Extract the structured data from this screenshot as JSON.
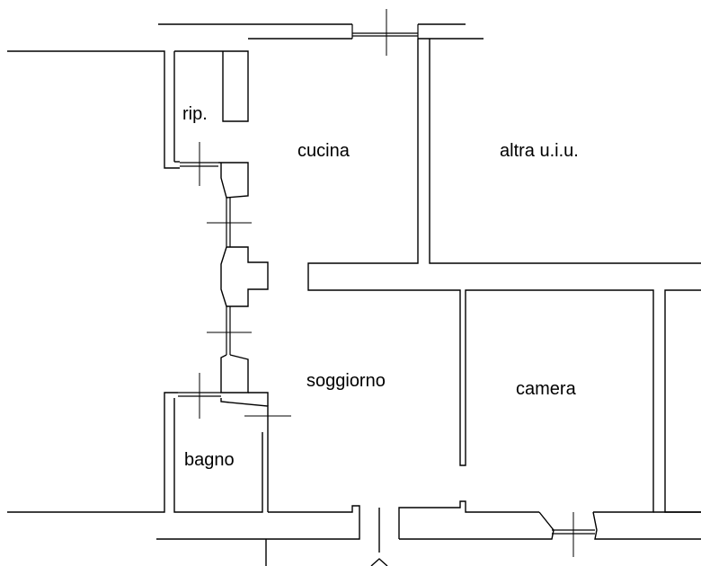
{
  "plan": {
    "rooms": {
      "rip": "rip.",
      "cucina": "cucina",
      "altra": "altra u.i.u.",
      "soggiorno": "soggiorno",
      "camera": "camera",
      "bagno": "bagno"
    }
  }
}
